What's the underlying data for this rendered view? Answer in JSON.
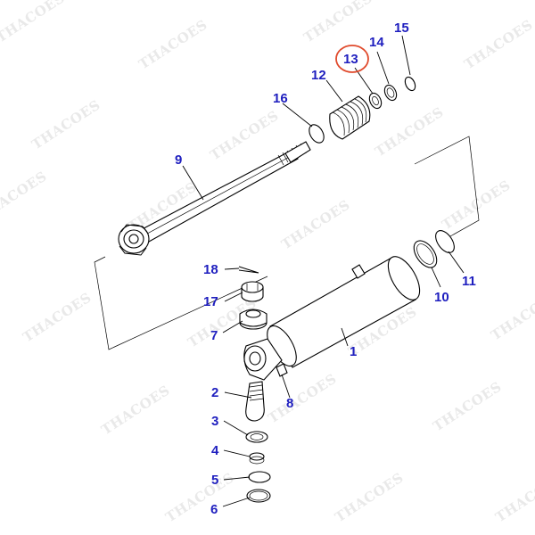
{
  "watermark": "THACOES",
  "colors": {
    "label": "#1f1fbf",
    "highlight": "#e04a2c",
    "watermark": "#e9e9e9"
  },
  "highlighted_part": "13",
  "callouts": [
    {
      "id": "1",
      "label": "1"
    },
    {
      "id": "2",
      "label": "2"
    },
    {
      "id": "3",
      "label": "3"
    },
    {
      "id": "4",
      "label": "4"
    },
    {
      "id": "5",
      "label": "5"
    },
    {
      "id": "6",
      "label": "6"
    },
    {
      "id": "7",
      "label": "7"
    },
    {
      "id": "8",
      "label": "8"
    },
    {
      "id": "9",
      "label": "9"
    },
    {
      "id": "10",
      "label": "10"
    },
    {
      "id": "11",
      "label": "11"
    },
    {
      "id": "12",
      "label": "12"
    },
    {
      "id": "13",
      "label": "13"
    },
    {
      "id": "14",
      "label": "14"
    },
    {
      "id": "15",
      "label": "15"
    },
    {
      "id": "16",
      "label": "16"
    },
    {
      "id": "17",
      "label": "17"
    },
    {
      "id": "18",
      "label": "18"
    }
  ]
}
